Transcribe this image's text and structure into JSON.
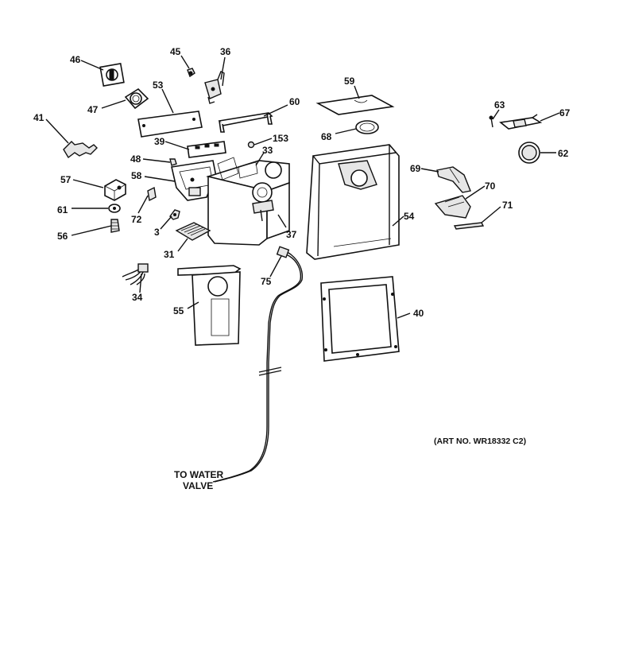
{
  "callouts": [
    "46",
    "45",
    "36",
    "53",
    "59",
    "60",
    "47",
    "41",
    "39",
    "153",
    "33",
    "48",
    "58",
    "57",
    "61",
    "72",
    "56",
    "3",
    "31",
    "37",
    "34",
    "55",
    "75",
    "54",
    "40",
    "68",
    "63",
    "67",
    "62",
    "69",
    "70",
    "71"
  ],
  "water_label": [
    "TO WATER",
    "VALVE"
  ],
  "art_no": "(ART NO. WR18332 C2)"
}
